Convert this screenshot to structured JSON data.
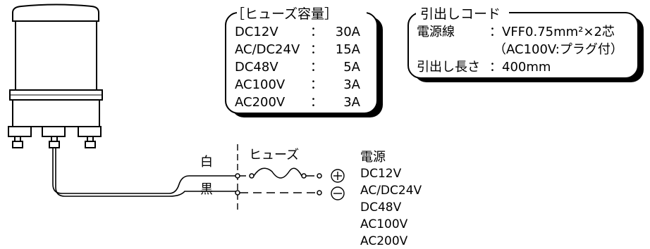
{
  "fuse_box": {
    "title": "［ヒューズ容量］",
    "rows": [
      {
        "voltage": "DC12V",
        "sep": "：",
        "amp": "30A"
      },
      {
        "voltage": "AC/DC24V",
        "sep": "：",
        "amp": "15A"
      },
      {
        "voltage": "DC48V",
        "sep": "：",
        "amp": "5A"
      },
      {
        "voltage": "AC100V",
        "sep": "：",
        "amp": "3A"
      },
      {
        "voltage": "AC200V",
        "sep": "：",
        "amp": "3A"
      }
    ]
  },
  "cord_box": {
    "title": "引出しコード",
    "line1_label": "電源線",
    "line1_value": "：VFF0.75mm²×2芯",
    "line2_value": "（AC100V:プラグ付）",
    "line3_label": "引出し長さ",
    "line3_value": "：400mm"
  },
  "wiring": {
    "white_label": "白",
    "black_label": "黒",
    "fuse_label": "ヒューズ",
    "plus_symbol": "⊕",
    "minus_symbol": "⊖"
  },
  "power": {
    "heading": "電源",
    "voltages": [
      "DC12V",
      "AC/DC24V",
      "DC48V",
      "AC100V",
      "AC200V"
    ]
  }
}
